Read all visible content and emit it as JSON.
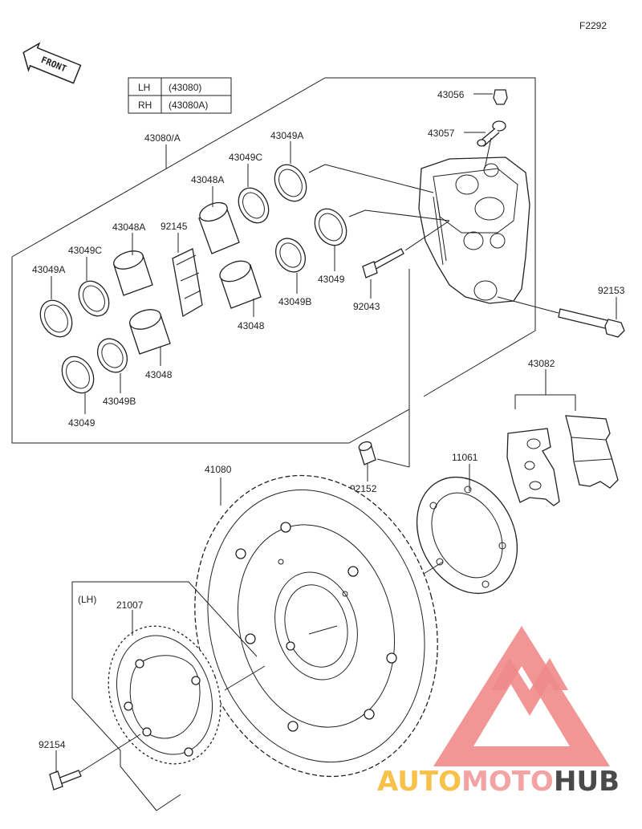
{
  "figure_code": "F2292",
  "front_label": "FRONT",
  "variant_table": {
    "rows": [
      {
        "side": "LH",
        "part": "(43080)"
      },
      {
        "side": "RH",
        "part": "(43080A)"
      }
    ]
  },
  "assembly_label": "43080/A",
  "lh_note": "(LH)",
  "watermark": {
    "text_a": "AUTO",
    "text_b": "MOTO",
    "text_c": "HUB",
    "color_a": "#f7c14a",
    "color_b": "#f4a3a3",
    "color_c": "#4a4a4a",
    "logo_color": "#f08a8a"
  },
  "callouts": {
    "p43056": "43056",
    "p43057": "43057",
    "p43049A_top": "43049A",
    "p43049C_top": "43049C",
    "p43048A_top": "43048A",
    "p92145": "92145",
    "p43048A_left": "43048A",
    "p43049C_left": "43049C",
    "p43049A_left": "43049A",
    "p43049_right": "43049",
    "p92043": "92043",
    "p43049B_mid": "43049B",
    "p43048_mid": "43048",
    "p43048_low": "43048",
    "p43049B_low": "43049B",
    "p43049_low": "43049",
    "p92153": "92153",
    "p43082": "43082",
    "p41080": "41080",
    "p11061": "11061",
    "p92152": "92152",
    "p21007": "21007",
    "p92154": "92154"
  }
}
